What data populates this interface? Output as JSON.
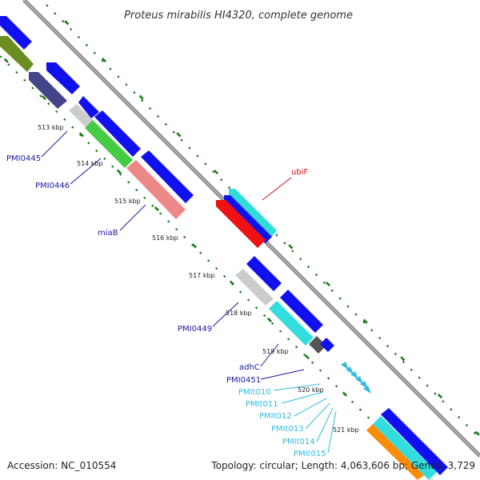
{
  "title": "Proteus mirabilis HI4320, complete genome",
  "footer": {
    "accession": "Accession: NC_010554",
    "summary": "Topology: circular; Length: 4,063,606 bp; Genes: 3,729"
  },
  "colors": {
    "backbone": "#888888",
    "tick_dots": "#1a7a1a",
    "label_dark_blue": "#1a1aa0",
    "label_light_blue": "#33bbe0",
    "label_red": "#cc1111"
  },
  "kbp_ticks": [
    "513 kbp",
    "514 kbp",
    "515 kbp",
    "516 kbp",
    "517 kbp",
    "518 kbp",
    "519 kbp",
    "520 kbp",
    "521 kbp"
  ],
  "gene_labels": [
    {
      "id": "ubiF",
      "text": "ubiF",
      "color": "#cc1111"
    },
    {
      "id": "PMI0445",
      "text": "PMI0445",
      "color": "#1a1aa0"
    },
    {
      "id": "PMI0446",
      "text": "PMI0446",
      "color": "#1a1aa0"
    },
    {
      "id": "miaB",
      "text": "miaB",
      "color": "#1a1aa0"
    },
    {
      "id": "PMI0449",
      "text": "PMI0449",
      "color": "#1a1aa0"
    },
    {
      "id": "adhC",
      "text": "adhC",
      "color": "#1a1aa0"
    },
    {
      "id": "PMI0451",
      "text": "PMI0451",
      "color": "#1a1aa0"
    },
    {
      "id": "PMIt010",
      "text": "PMIt010",
      "color": "#33bbe0"
    },
    {
      "id": "PMIt011",
      "text": "PMIt011",
      "color": "#33bbe0"
    },
    {
      "id": "PMIt012",
      "text": "PMIt012",
      "color": "#33bbe0"
    },
    {
      "id": "PMIt013",
      "text": "PMIt013",
      "color": "#33bbe0"
    },
    {
      "id": "PMIt014",
      "text": "PMIt014",
      "color": "#33bbe0"
    },
    {
      "id": "PMIt015",
      "text": "PMIt015",
      "color": "#33bbe0"
    }
  ]
}
